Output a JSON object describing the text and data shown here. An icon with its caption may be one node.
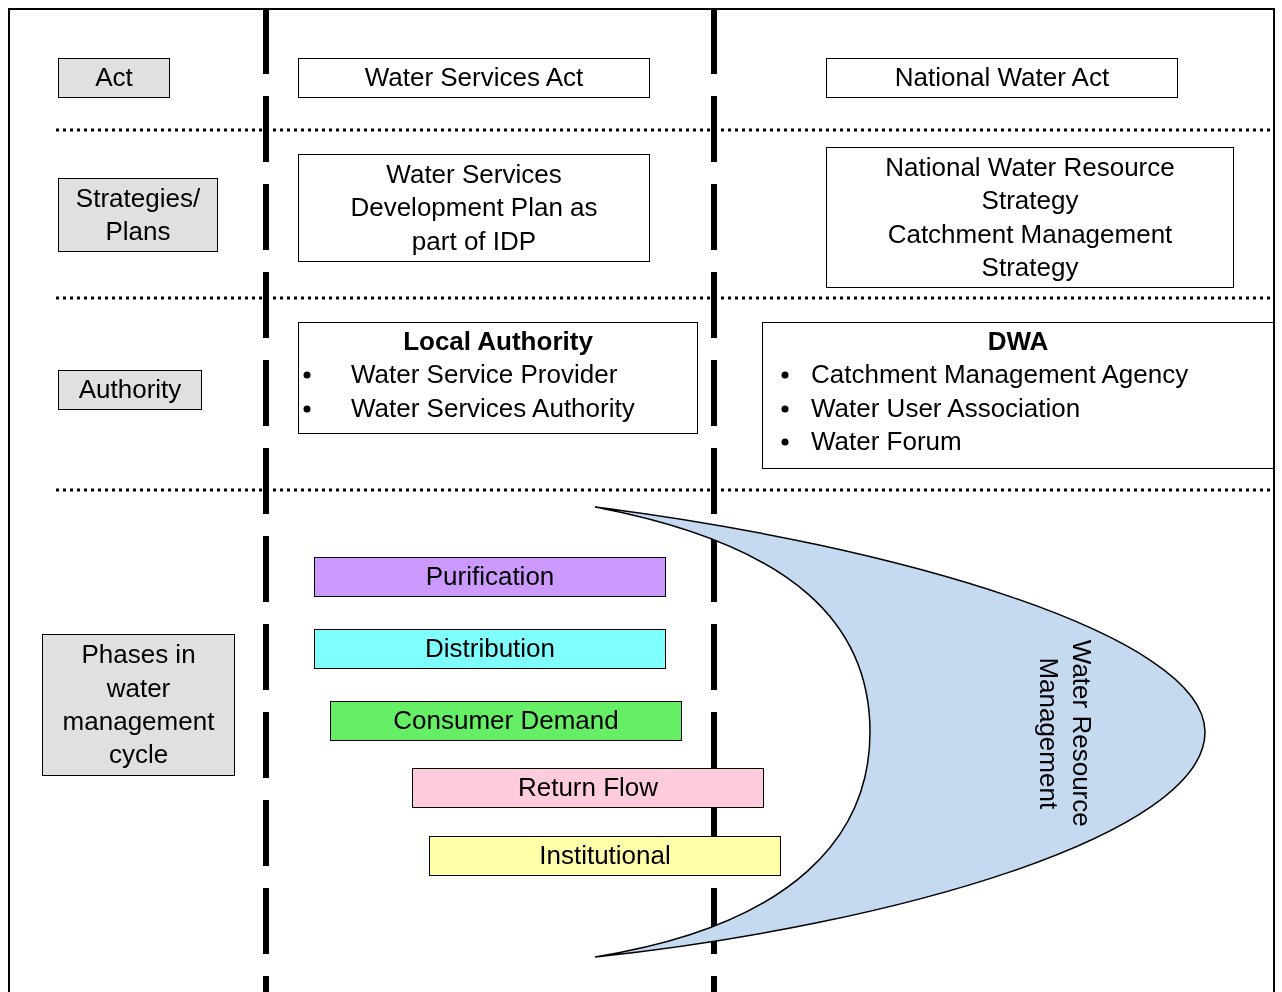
{
  "diagram": {
    "nodes": [
      {
        "text": [
          "Act"
        ]
      },
      {
        "text": [
          "Water Services Act"
        ]
      },
      {
        "text": [
          "National Water Act"
        ]
      },
      {
        "text": [
          "Strategies/ Plans"
        ]
      },
      {
        "text": [
          "Water Services Development Plan as part of IDP"
        ]
      },
      {
        "text": [
          "National Water Resource Strategy",
          "Catchment Management Strategy"
        ]
      },
      {
        "text": [
          "Authority"
        ]
      },
      {
        "text": [
          "Local Authority",
          "Water Service Provider",
          "Water Services Authority"
        ]
      },
      {
        "text": [
          "DWA",
          "Catchment Management Agency",
          "Water User Association",
          "Water Forum"
        ]
      },
      {
        "text": [
          "Phases in water management cycle"
        ]
      },
      {
        "text": [
          "Purification"
        ]
      },
      {
        "text": [
          "Distribution"
        ]
      },
      {
        "text": [
          "Consumer Demand"
        ]
      },
      {
        "text": [
          "Return Flow"
        ]
      },
      {
        "text": [
          "Institutional"
        ]
      },
      {
        "text": [
          "Water Resource Management"
        ]
      }
    ],
    "edges": []
  }
}
